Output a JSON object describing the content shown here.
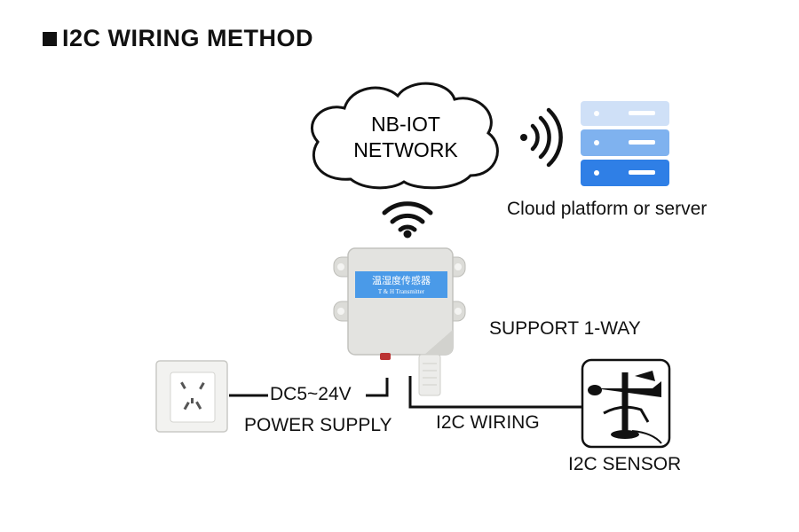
{
  "title": "I2C WIRING METHOD",
  "cloud": {
    "line1": "NB-IOT",
    "line2": "NETWORK"
  },
  "server": {
    "caption": "Cloud platform or server"
  },
  "device": {
    "label_cn": "温湿度传感器",
    "label_en": "T & H Transmitter"
  },
  "labels": {
    "support": "SUPPORT 1-WAY",
    "voltage": "DC5~24V",
    "power_supply": "POWER SUPPLY",
    "i2c_wiring": "I2C WIRING",
    "i2c_sensor": "I2C SENSOR"
  },
  "colors": {
    "server_light": "#cfe0f7",
    "server_mid": "#7fb2ef",
    "server_dark": "#2f7fe6",
    "device_label": "#4a9ae8"
  },
  "icons": [
    "wifi-signal-icon",
    "broadcast-signal-icon",
    "server-stack-icon",
    "power-socket-icon",
    "anemometer-icon"
  ]
}
